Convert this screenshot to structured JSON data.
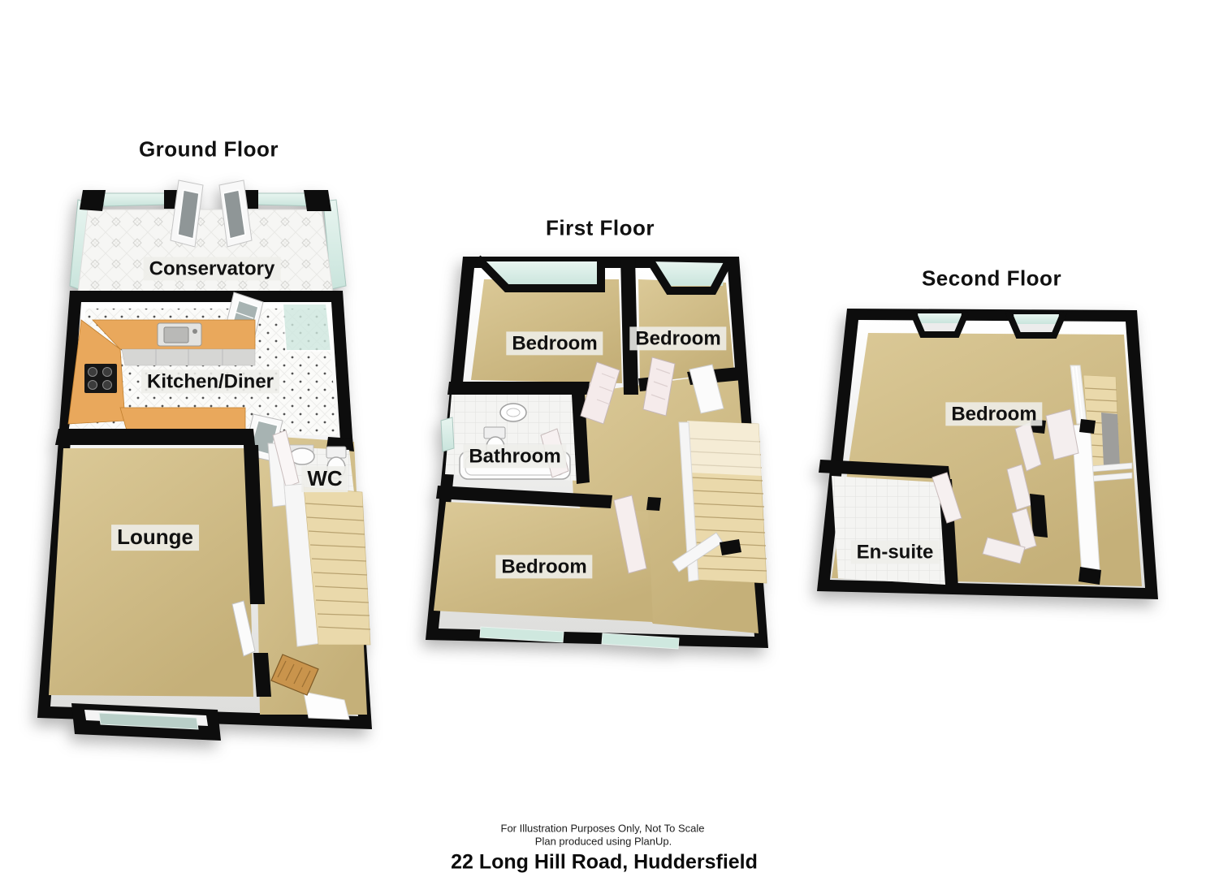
{
  "ground": {
    "title": "Ground Floor",
    "rooms": {
      "conservatory": "Conservatory",
      "kitchen_diner": "Kitchen/Diner",
      "wc": "WC",
      "lounge": "Lounge"
    }
  },
  "first": {
    "title": "First Floor",
    "rooms": {
      "bedroom_top_left": "Bedroom",
      "bedroom_top_right": "Bedroom",
      "bathroom": "Bathroom",
      "bedroom_bottom": "Bedroom"
    }
  },
  "second": {
    "title": "Second Floor",
    "rooms": {
      "bedroom": "Bedroom",
      "ensuite": "En-suite"
    }
  },
  "footer": {
    "disclaimer_line1": "For Illustration Purposes Only, Not To Scale",
    "disclaimer_line2": "Plan produced using PlanUp.",
    "address": "22 Long Hill Road, Huddersfield"
  },
  "colors": {
    "wall": "#0d0d0d",
    "carpet": "#d2bf8c",
    "glass": "#d6ece6",
    "counter": "#e9a85c",
    "stairs": "#ead9ab",
    "label_background": "#eeeee9",
    "text": "#111111"
  }
}
